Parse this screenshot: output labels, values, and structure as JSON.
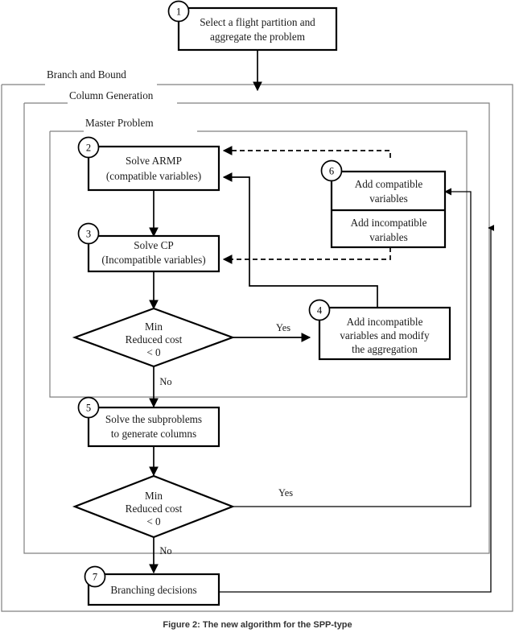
{
  "figure": {
    "caption": "Figure 2: The new algorithm for the SPP-type",
    "colors": {
      "stroke": "#000000",
      "group_stroke": "#808080",
      "background": "#ffffff",
      "text": "#1a1a1a"
    }
  },
  "groups": [
    {
      "id": "branch-and-bound",
      "label": "Branch and Bound"
    },
    {
      "id": "column-generation",
      "label": "Column Generation"
    },
    {
      "id": "master-problem",
      "label": "Master Problem"
    }
  ],
  "nodes": [
    {
      "id": "select-flight-partition",
      "badge": "1",
      "shape": "process",
      "lines": [
        "Select a flight partition and",
        "aggregate the problem"
      ]
    },
    {
      "id": "solve-armp",
      "badge": "2",
      "shape": "process",
      "lines": [
        "Solve ARMP",
        "(compatible variables)"
      ]
    },
    {
      "id": "solve-cp",
      "badge": "3",
      "shape": "process",
      "lines": [
        "Solve CP",
        "(Incompatible variables)"
      ]
    },
    {
      "id": "decision-master",
      "badge": "",
      "shape": "decision",
      "lines": [
        "Min",
        "Reduced cost",
        "< 0"
      ]
    },
    {
      "id": "add-incompatible-modify",
      "badge": "4",
      "shape": "process",
      "lines": [
        "Add incompatible",
        "variables and modify",
        "the aggregation"
      ]
    },
    {
      "id": "add-variables",
      "badge": "6",
      "shape": "split-process",
      "lines_top": [
        "Add compatible",
        "variables"
      ],
      "lines_bottom": [
        "Add incompatible",
        "variables"
      ]
    },
    {
      "id": "solve-subproblems",
      "badge": "5",
      "shape": "process",
      "lines": [
        "Solve the subproblems",
        "to generate columns"
      ]
    },
    {
      "id": "decision-subproblem",
      "badge": "",
      "shape": "decision",
      "lines": [
        "Min",
        "Reduced cost",
        "< 0"
      ]
    },
    {
      "id": "branching-decisions",
      "badge": "7",
      "shape": "process",
      "lines": [
        "Branching decisions"
      ]
    }
  ],
  "edge_labels": {
    "master_yes": "Yes",
    "master_no": "No",
    "subproblem_yes": "Yes",
    "subproblem_no": "No"
  }
}
